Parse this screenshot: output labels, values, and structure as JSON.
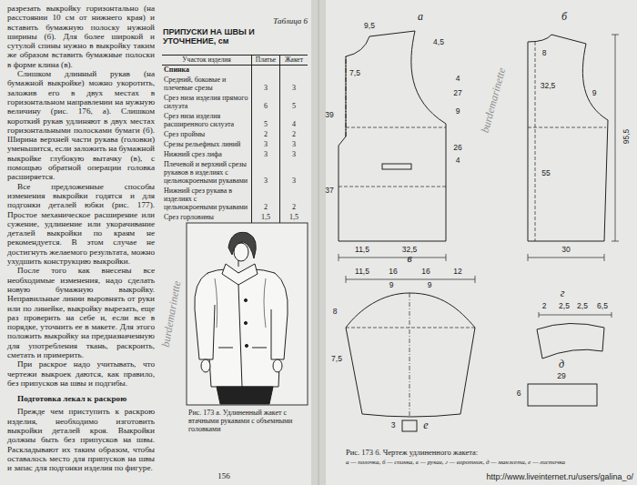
{
  "diagram": {
    "labels": [
      "разрезать выкройку горизонтально (на расстоянии 10 см от нижнего края) и вставить бумажную полоску нужной ширины (б). Для более широкой и сутулой спины нужно в выкройку таким же образом вставить бумажные полоски в форме клина (в).",
      "Слишком длинный рукав (на бумажной выкройке) можно укоротить, заложив его в двух местах в горизонтальном направлении на нужную величину (рис. 176, а). Слишком короткий рукав удлиняют в двух местах горизонтальными полосками бумаги (б). Ширина верхней части рукава (головки) уменьшится, если заложить на бумажной выкройке глубокую вытачку (в), с помощью обратной операции головка расширяется.",
      "Все предложенные способы изменения выкройки годятся и для подгонки деталей юбки (рис. 177). Простое механическое расширение или сужение, удлинение или укорачивание деталей выкройки по краям не рекомендуется. В этом случае не достигнуть желаемого результата, можно ухудшить конструкцию выкройки.",
      "После того как внесены все необходимые изменения, надо сделать новую бумажную выкройку. Неправильные линии выровнять от руки или по линейке, выкройку вырезать, еще раз проверить на себе и, если все в порядке, уточнить ее в макете. Для этого положить выкройку на предназначенную для употребления ткань, раскроить, сметать и примерить.",
      "При раскрое надо учитывать, что чертежи выкроек даются, как правило, без припусков на швы и подгибы.",
      "Подготовка лекал к раскрою",
      "Прежде чем приступить к раскрою изделия, необходимо изготовить выкройки деталей кроя. Выкройки должны быть без припусков на швы. Раскладывают их таким образом, чтобы оставалось место для припусков на швы и запас для подгонки изделия по фигуре.",
      "Таблица 6",
      "ПРИПУСКИ НА ШВЫ И УТОЧНЕНИЕ, см",
      "Участок изделия",
      "Платье",
      "Жакет",
      "Спинка",
      "Средний, боковые и плечевые срезы",
      "3",
      "3",
      "Срез низа изделия прямого силуэта",
      "6",
      "5",
      "Срез низа изделия расширенного силуэта",
      "5",
      "4",
      "Срез проймы",
      "2",
      "2",
      "Срезы рельефных линий",
      "3",
      "3",
      "Нижний срез лифа",
      "3",
      "3",
      "Плечевой и верхний срезы рукавов в изделиях с цельнокроеными рукавами",
      "3",
      "3",
      "Нижний срез рукава в изделиях с цельнокроеными рукавами",
      "2",
      "2",
      "Срез горловины",
      "1,5",
      "1,5",
      "Рис. 173 а. Удлиненный жакет с втачными рукавами с объемными головками",
      "156",
      "burdemarinette",
      "burdemarinette",
      "а",
      "9,5",
      "4,5",
      "4",
      "27",
      "9",
      "26",
      "4",
      "7,5",
      "39",
      "37",
      "11,5",
      "32,5",
      "б",
      "8",
      "32,5",
      "9",
      "55",
      "95,5",
      "30",
      "в",
      "11,5",
      "16",
      "16",
      "12",
      "9",
      "9",
      "8",
      "7,5",
      "г",
      "2",
      "2,5",
      "2,5",
      "6,5",
      "д",
      "29",
      "6",
      "3",
      "е",
      "Рис. 173 б. Чертеж удлиненного жакета:",
      "а — полочка, б — спинка, в — рукав, г — воротник, д — манжета, е — листочка",
      "http://www.liveinternet.ru/users/galina_o/"
    ]
  }
}
